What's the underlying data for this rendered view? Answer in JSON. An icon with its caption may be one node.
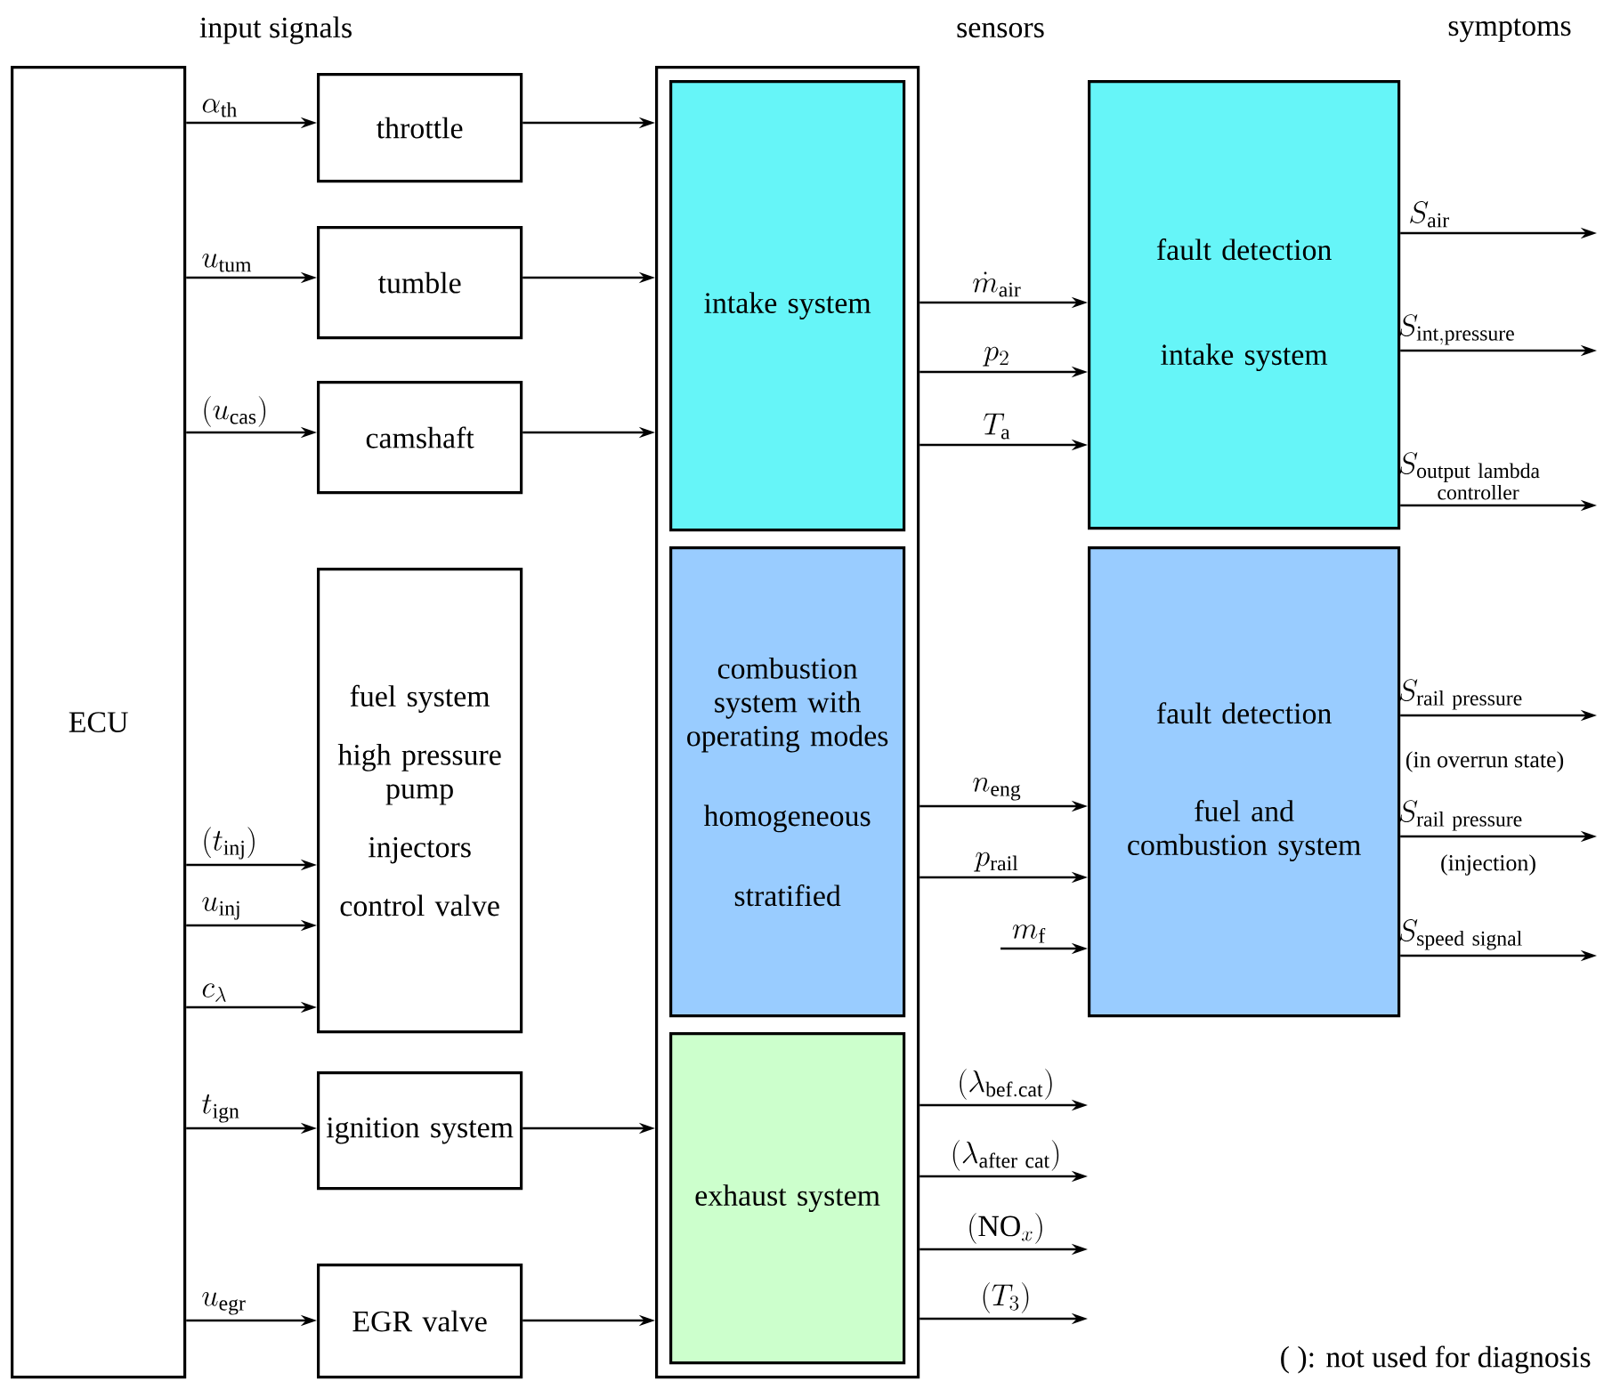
{
  "diagram": {
    "nodes": [
      {
        "text": [
          "ECU"
        ]
      },
      {
        "text": [
          "throttle"
        ]
      },
      {
        "text": [
          "tumble"
        ]
      },
      {
        "text": [
          "camshaft"
        ]
      },
      {
        "text": [
          "fuel system",
          "high pressure pump",
          "injectors",
          "control valve"
        ]
      },
      {
        "text": [
          "ignition system"
        ]
      },
      {
        "text": [
          "EGR valve"
        ]
      },
      {
        "text": [],
        "shape": "box"
      },
      {
        "text": [
          "intake system"
        ],
        "in": 7
      },
      {
        "text": [
          "combustion system with operating modes",
          "homogeneous",
          "stratified"
        ],
        "in": 7
      },
      {
        "text": [
          "exhaust system"
        ],
        "in": 7
      },
      {
        "text": [
          "fault detection",
          "intake system"
        ]
      },
      {
        "text": [
          "fault detection",
          "fuel and combustion system"
        ]
      }
    ],
    "edges": [
      {
        "from": 0,
        "to": 1,
        "arrow": "to",
        "label": "\\alpha_{\\mathrm{th}}"
      },
      {
        "from": 0,
        "to": 2,
        "arrow": "to",
        "label": "u_{\\mathrm{tum}}"
      },
      {
        "from": 0,
        "to": 3,
        "arrow": "to",
        "label": "(u_{\\mathrm{cas}})"
      },
      {
        "from": 0,
        "to": 4,
        "arrow": "to",
        "label": "(t_{\\mathrm{inj}})"
      },
      {
        "from": 0,
        "to": 4,
        "arrow": "to",
        "label": "u_{\\mathrm{inj}}"
      },
      {
        "from": 0,
        "to": 4,
        "arrow": "to",
        "label": "c_{\\lambda}"
      },
      {
        "from": 0,
        "to": 5,
        "arrow": "to",
        "label": "t_{\\mathrm{ign}}"
      },
      {
        "from": 0,
        "to": 6,
        "arrow": "to",
        "label": "u_{\\mathrm{egr}}"
      },
      {
        "from": 1,
        "to": 7,
        "arrow": "to"
      },
      {
        "from": 2,
        "to": 7,
        "arrow": "to"
      },
      {
        "from": 3,
        "to": 7,
        "arrow": "to"
      },
      {
        "from": 5,
        "to": 7,
        "arrow": "to"
      },
      {
        "from": 6,
        "to": 7,
        "arrow": "to"
      },
      {
        "from": 7,
        "to": 11,
        "arrow": "to",
        "label": "\\dot{m}_{\\mathrm{air}}"
      },
      {
        "from": 7,
        "to": 11,
        "arrow": "to",
        "label": "p_{2}"
      },
      {
        "from": 7,
        "to": 11,
        "arrow": "to",
        "label": "T_{\\mathrm{a}}"
      },
      {
        "from": 7,
        "to": 12,
        "arrow": "to",
        "label": "n_{\\mathrm{eng}}"
      },
      {
        "from": 7,
        "to": 12,
        "arrow": "to",
        "label": "p_{\\mathrm{rail}}"
      },
      {
        "from": null,
        "to": 12,
        "arrow": "to",
        "label": "m_{\\mathrm{f}}"
      },
      {
        "from": 7,
        "to": null,
        "arrow": "to",
        "label": "(\\lambda_{\\mathrm{bef.cat}})"
      },
      {
        "from": 7,
        "to": null,
        "arrow": "to",
        "label": "(\\lambda_{\\mathrm{after\\ cat}})"
      },
      {
        "from": 7,
        "to": null,
        "arrow": "to",
        "label": "(\\mathrm{NO}_{x})"
      },
      {
        "from": 7,
        "to": null,
        "arrow": "to",
        "label": "(T_{3})"
      },
      {
        "from": 11,
        "to": null,
        "arrow": "to",
        "label": "S_{\\mathrm{air}}"
      },
      {
        "from": 11,
        "to": null,
        "arrow": "to",
        "label": "S_{\\mathrm{int,pressure}}"
      },
      {
        "from": 11,
        "to": null,
        "arrow": "to",
        "label": "S_{\\substack{\\mathrm{output\\ lambda}\\\\ \\mathrm{controller}}}"
      },
      {
        "from": 12,
        "to": null,
        "arrow": "to",
        "label": "S_{\\mathrm{rail\\ pressure}}"
      },
      {
        "from": 12,
        "to": null,
        "arrow": "to",
        "label": "S_{\\mathrm{rail\\ pressure}}"
      },
      {
        "from": 12,
        "to": null,
        "arrow": "to",
        "label": "S_{\\mathrm{speed\\ signal}}"
      }
    ],
    "labels": [
      "input signals",
      "sensors",
      "symptoms",
      "(in overrun state)",
      "(injection)",
      "( ): not used for diagnosis"
    ]
  }
}
